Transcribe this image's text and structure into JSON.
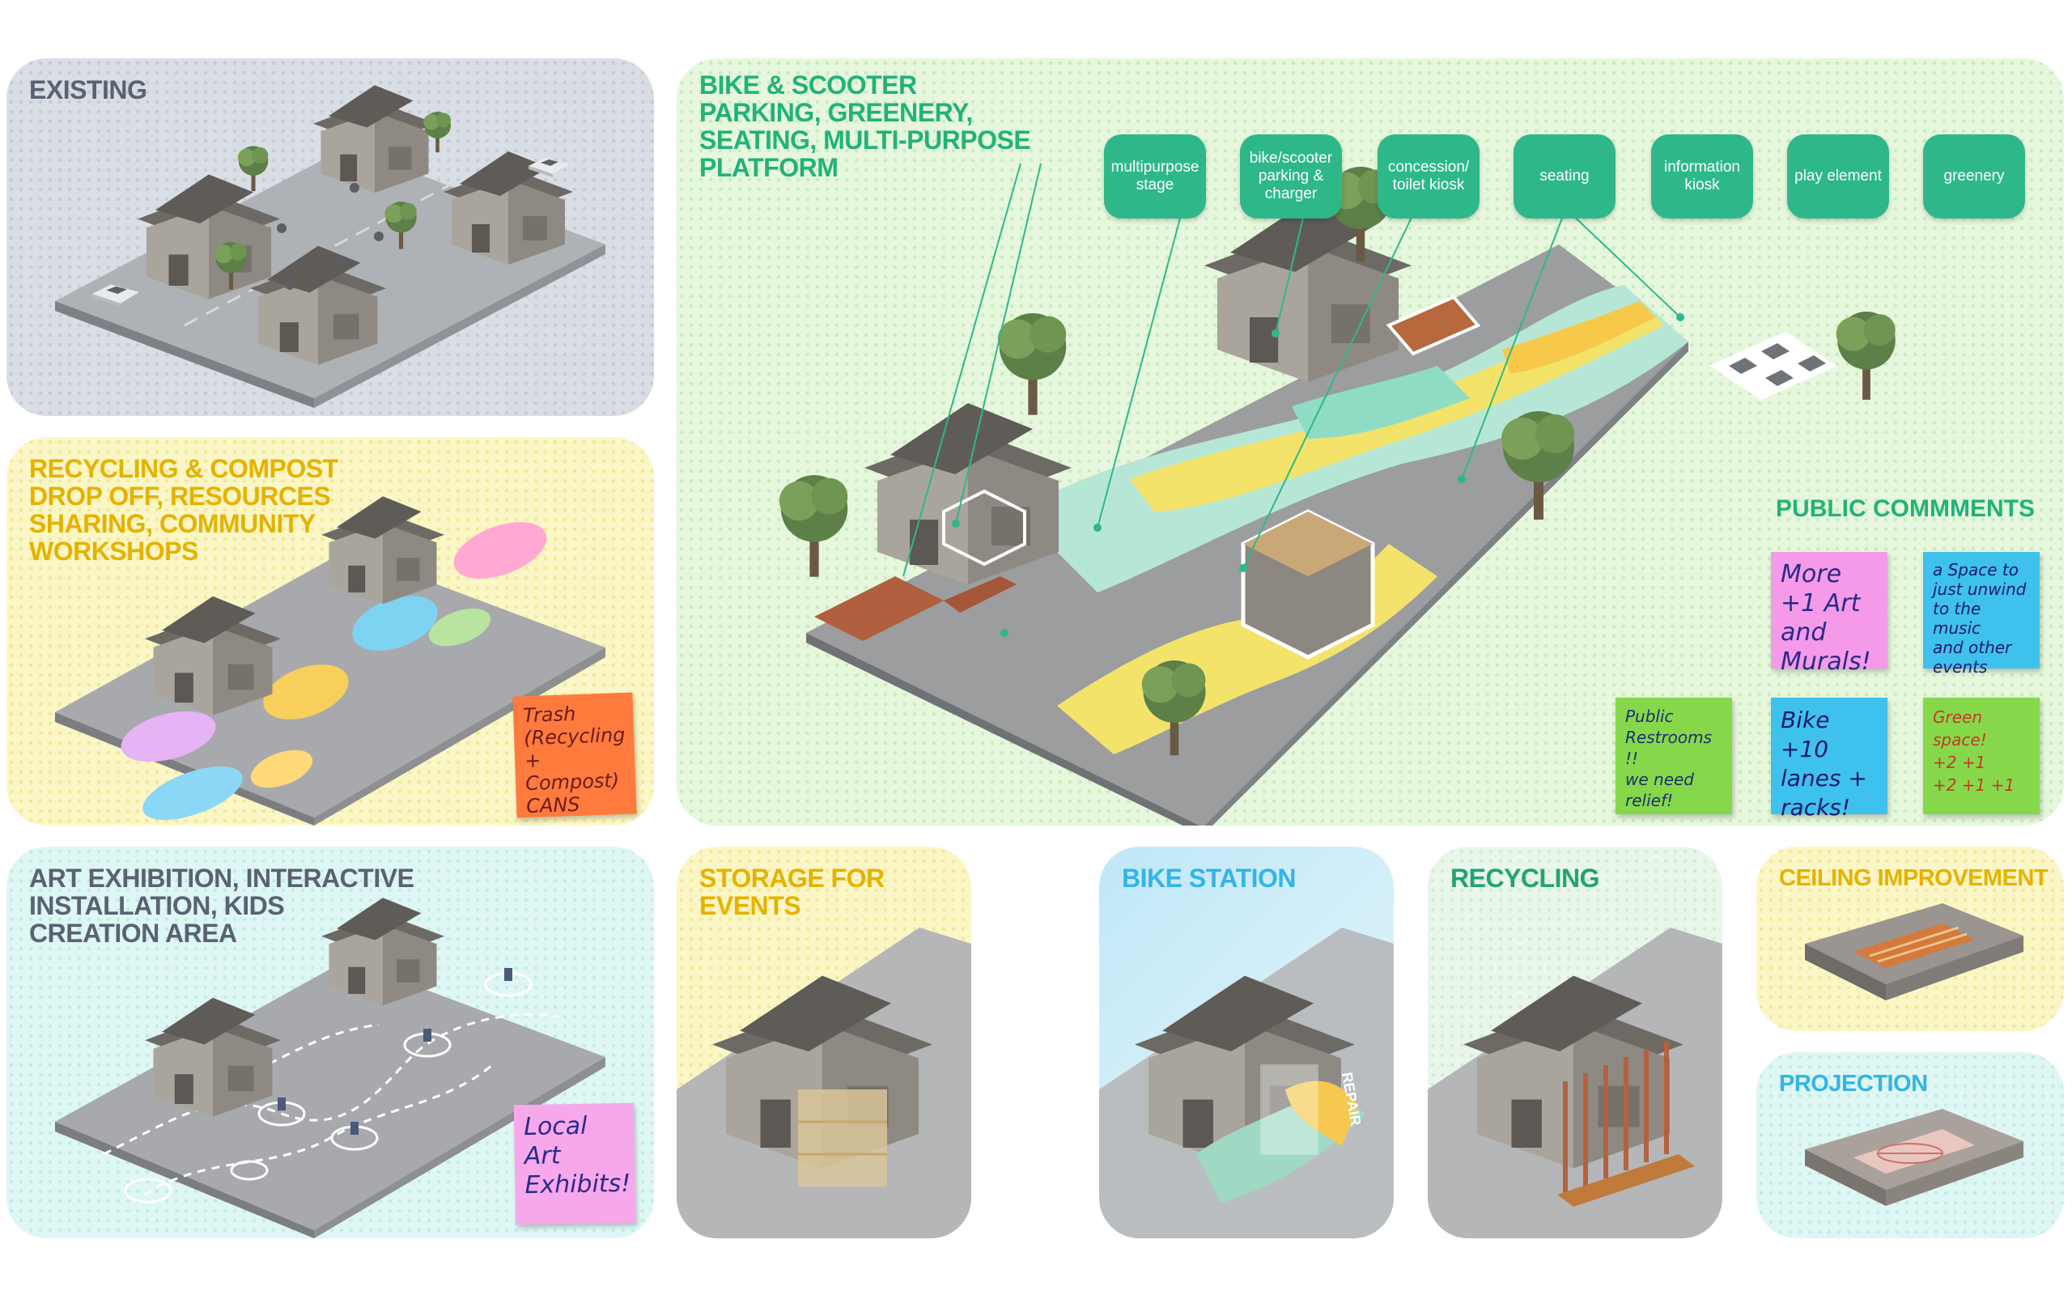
{
  "panels": {
    "existing": {
      "title": "EXISTING"
    },
    "recycling_compost": {
      "title": "RECYCLING & COMPOST\nDROP OFF, RESOURCES\nSHARING, COMMUNITY\nWORKSHOPS"
    },
    "art_exhibition": {
      "title": "ART EXHIBITION, INTERACTIVE\nINSTALLATION, KIDS\nCREATION AREA"
    },
    "main_plan": {
      "title": "BIKE & SCOOTER\nPARKING, GREENERY,\nSEATING, MULTI-PURPOSE\nPLATFORM",
      "tags": [
        "multipurpose\nstage",
        "bike/scooter\nparking &\ncharger",
        "concession/\ntoilet kiosk",
        "seating",
        "information\nkiosk",
        "play element",
        "greenery"
      ],
      "comments_title": "PUBLIC COMMMENTS"
    },
    "storage": {
      "title": "STORAGE FOR EVENTS"
    },
    "bike_station": {
      "title": "BIKE STATION",
      "sign": "REPAIR"
    },
    "recycling": {
      "title": "RECYCLING"
    },
    "ceiling": {
      "title": "CEILING IMPROVEMENT"
    },
    "projection": {
      "title": "PROJECTION"
    }
  },
  "sticky_notes": {
    "trash": {
      "text": "Trash\n(Recycling +\nCompost)\nCANS",
      "color": "#ff7a3d"
    },
    "local_art": {
      "text": "Local\nArt\nExhibits!",
      "color": "#f7a8ea"
    },
    "more_art": {
      "text": "More\n+1 Art and\nMurals!",
      "color": "#f49ae8"
    },
    "space_music": {
      "text": "a Space to\njust unwind\nto the music\nand other\nevents",
      "color": "#3fc1ee"
    },
    "restrooms": {
      "text": "Public\nRestrooms\n!!\nwe need relief!",
      "color": "#86d84a"
    },
    "bike_lanes": {
      "text": "Bike +10\nlanes +\nracks!",
      "color": "#3fc1ee"
    },
    "green_space": {
      "text": "Green\nspace!\n+2  +1\n+2  +1  +1",
      "color": "#86d84a"
    }
  },
  "colors": {
    "accent_green": "#2eb88a",
    "title_yellow": "#e5b200",
    "title_blue": "#34b4e6",
    "title_gray": "#5a6272"
  }
}
